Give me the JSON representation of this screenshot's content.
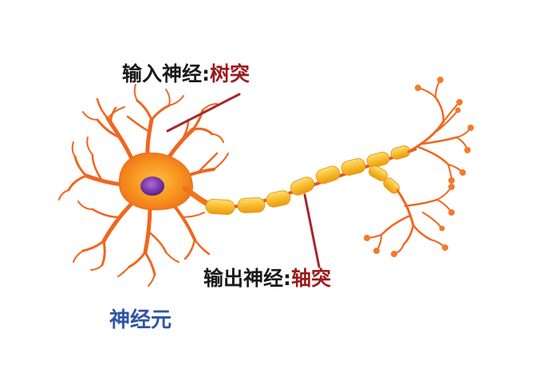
{
  "labels": {
    "dendrite": {
      "prefix": "输入神经:",
      "term": "树突"
    },
    "axon": {
      "prefix": "输出神经:",
      "term": "轴突"
    }
  },
  "caption": "神经元",
  "colors": {
    "dendrite_stroke": "#f0661e",
    "soma_fill": "#f7951f",
    "nucleus_fill": "#7a2fa8",
    "myelin_fill": "#f6b928",
    "myelin_gap": "#e2532a",
    "pointer_line": "#a8262a",
    "term_text": "#9b1c1c",
    "caption_text": "#2f54a8"
  },
  "icons": {
    "neuron": "neuron-illustration"
  }
}
